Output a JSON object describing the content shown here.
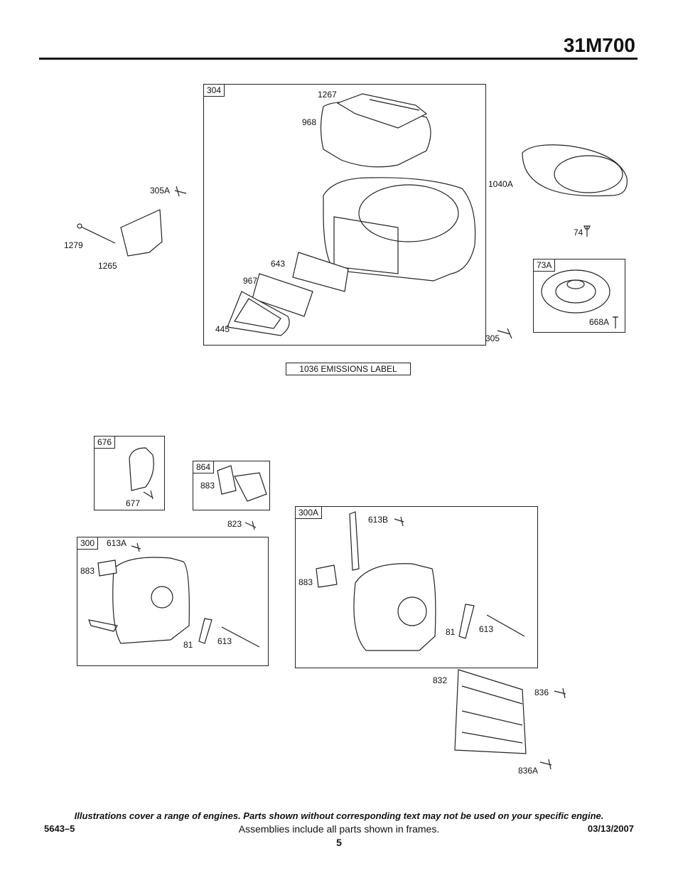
{
  "header": {
    "model": "31M700"
  },
  "frames": [
    {
      "id": "304"
    },
    {
      "id": "73A"
    },
    {
      "id": "676"
    },
    {
      "id": "864"
    },
    {
      "id": "300"
    },
    {
      "id": "300A"
    }
  ],
  "labels": {
    "p1267": "1267",
    "p968": "968",
    "p1040A": "1040A",
    "p305A": "305A",
    "p1279": "1279",
    "p1265": "1265",
    "p74": "74",
    "p643": "643",
    "p967": "967",
    "p445": "445",
    "p668A": "668A",
    "p305": "305",
    "p677": "677",
    "p883a": "883",
    "p823": "823",
    "p613A": "613A",
    "p883b": "883",
    "p81a": "81",
    "p613a": "613",
    "p613B": "613B",
    "p883c": "883",
    "p81b": "81",
    "p613b": "613",
    "p832": "832",
    "p836": "836",
    "p836A": "836A"
  },
  "emissions_label": "1036 EMISSIONS LABEL",
  "footer": {
    "note": "Illustrations cover a range of engines. Parts shown without corresponding text may not be used on your specific engine.",
    "doc_number": "5643–5",
    "assemblies": "Assemblies include all parts shown in frames.",
    "date": "03/13/2007",
    "page": "5"
  }
}
